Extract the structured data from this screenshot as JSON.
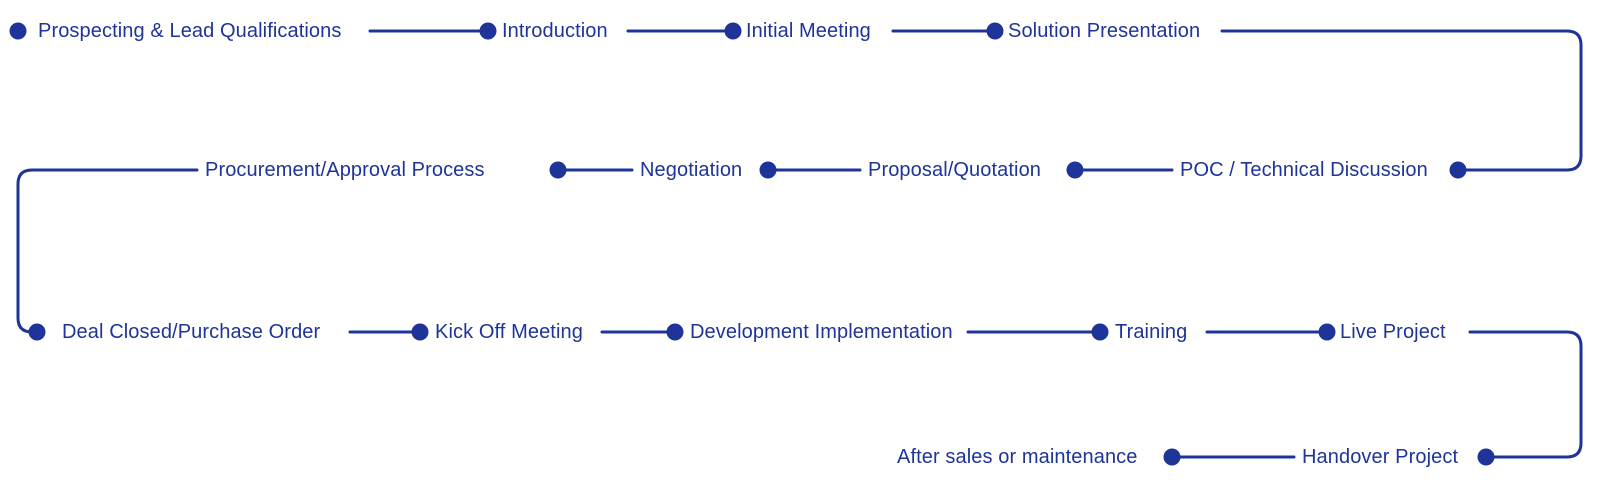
{
  "flow": {
    "accent_color": "#1E3499",
    "steps": [
      {
        "label": "Prospecting & Lead Qualifications"
      },
      {
        "label": "Introduction"
      },
      {
        "label": "Initial Meeting"
      },
      {
        "label": "Solution Presentation"
      },
      {
        "label": "POC / Technical Discussion"
      },
      {
        "label": "Proposal/Quotation"
      },
      {
        "label": "Negotiation"
      },
      {
        "label": "Procurement/Approval Process"
      },
      {
        "label": "Deal Closed/Purchase Order"
      },
      {
        "label": "Kick Off Meeting"
      },
      {
        "label": "Development Implementation"
      },
      {
        "label": "Training"
      },
      {
        "label": "Live Project"
      },
      {
        "label": "Handover Project"
      },
      {
        "label": "After sales or maintenance"
      }
    ]
  }
}
